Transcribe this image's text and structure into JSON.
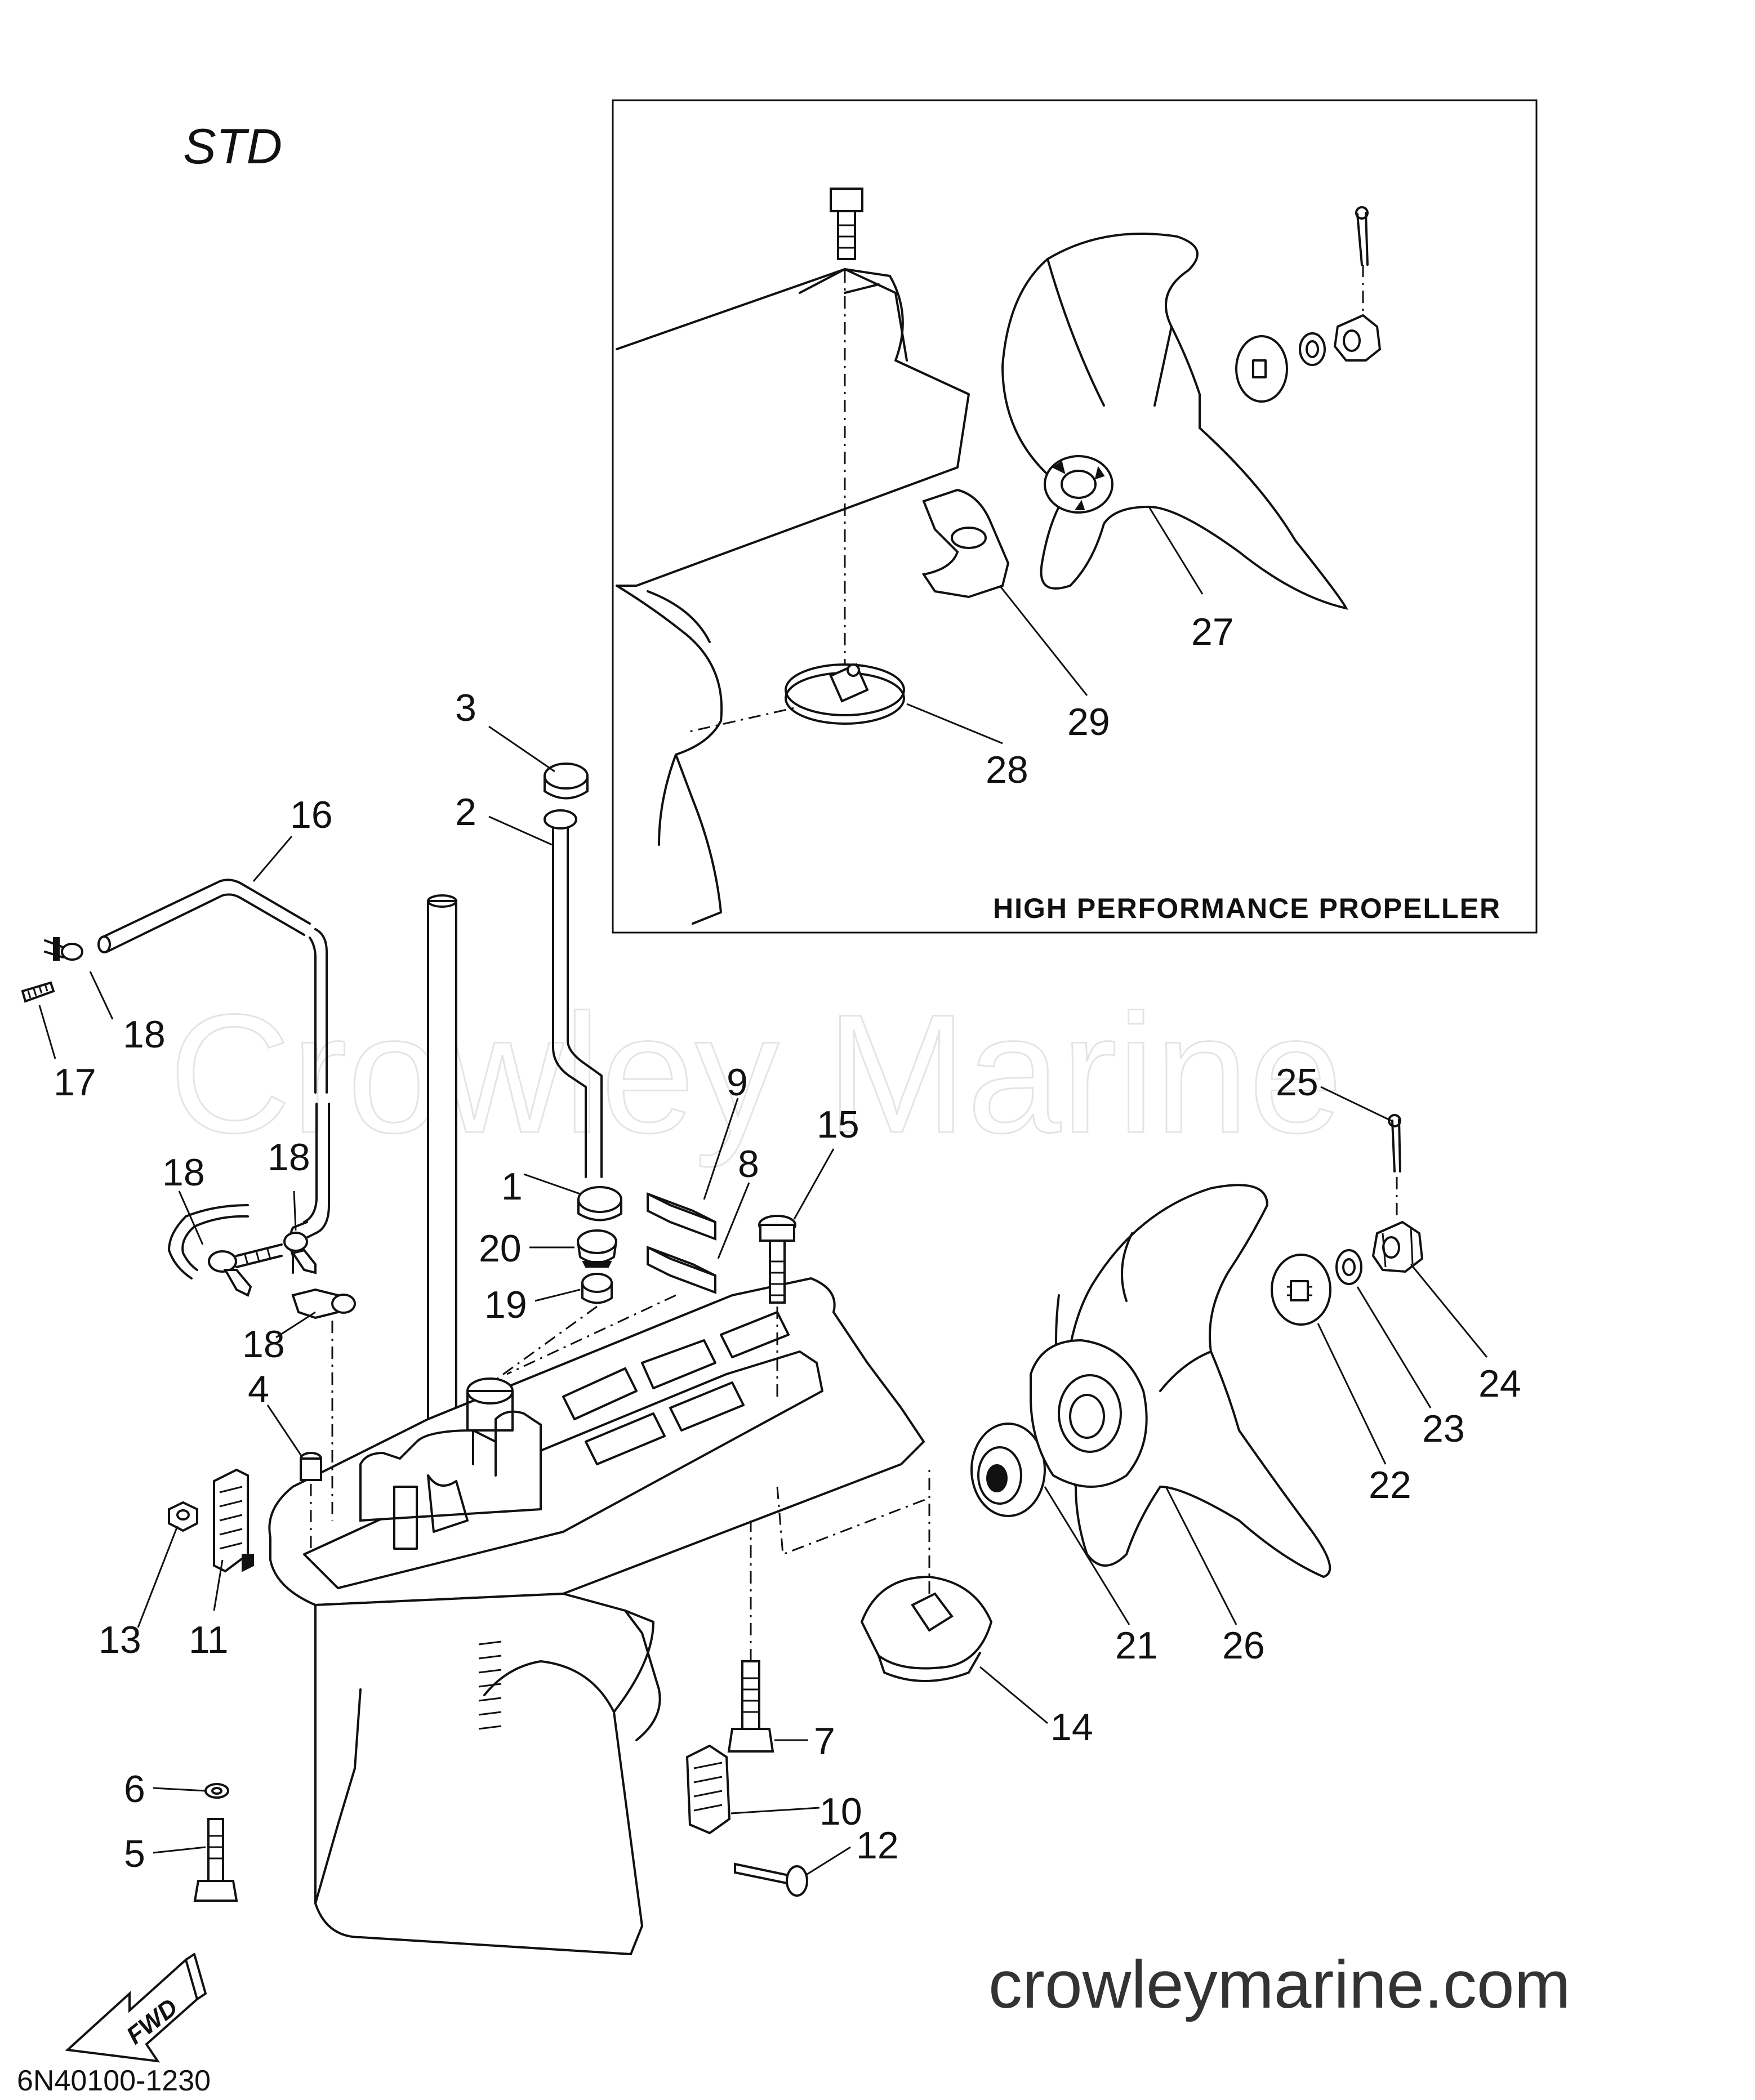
{
  "diagram": {
    "variant_label": "STD",
    "inset_title": "HIGH PERFORMANCE PROPELLER",
    "watermark": "Crowley Marine",
    "site_url": "crowleymarine.com",
    "drawing_code": "6N40100-1230",
    "direction_label": "FWD",
    "callouts": [
      "1",
      "2",
      "3",
      "4",
      "5",
      "6",
      "7",
      "8",
      "9",
      "10",
      "11",
      "12",
      "13",
      "14",
      "15",
      "16",
      "17",
      "18",
      "18",
      "18",
      "18",
      "19",
      "20",
      "21",
      "22",
      "23",
      "24",
      "25",
      "26",
      "27",
      "28",
      "29"
    ]
  }
}
